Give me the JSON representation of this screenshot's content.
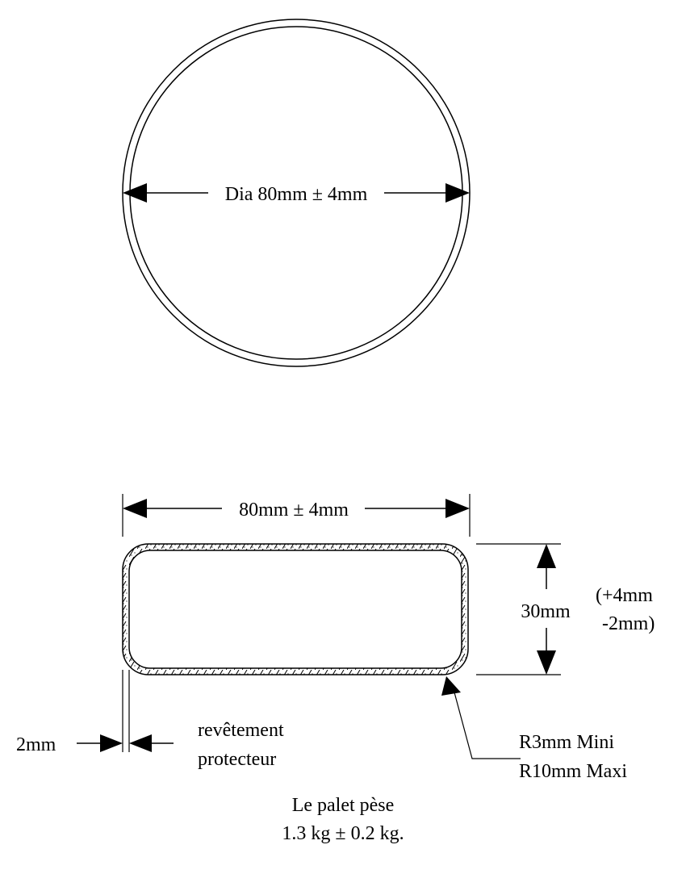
{
  "top_view": {
    "diameter_label": "Dia 80mm ± 4mm"
  },
  "side_view": {
    "width_label": "80mm ± 4mm",
    "height_label": "30mm",
    "height_tolerance_plus": "(+4mm",
    "height_tolerance_minus": "-2mm)",
    "coating_thickness_label": "2mm",
    "coating_label_line1": "revêtement",
    "coating_label_line2": "protecteur",
    "radius_label_line1": "R3mm Mini",
    "radius_label_line2": "R10mm Maxi"
  },
  "weight_note": {
    "line1": "Le palet pèse",
    "line2": "1.3 kg ± 0.2 kg."
  }
}
